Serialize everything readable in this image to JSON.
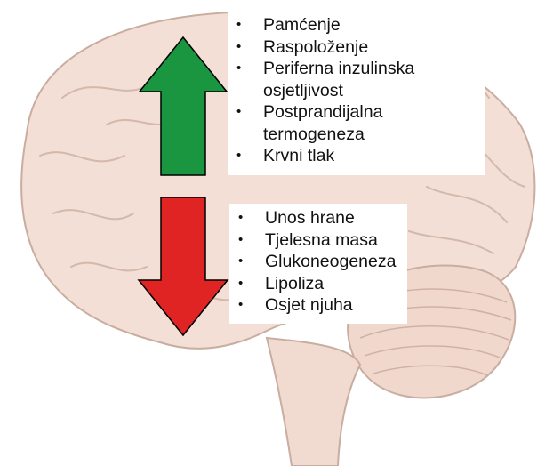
{
  "colors": {
    "brain_fill": "#f3dfd5",
    "brain_outline": "#c8ada0",
    "up_arrow": "#1a9641",
    "down_arrow": "#e02424",
    "arrow_outline": "#000000"
  },
  "icons": {
    "up": "up-arrow-icon",
    "down": "down-arrow-icon"
  },
  "increase_list": {
    "items": [
      {
        "text": "Pamćenje"
      },
      {
        "text": "Raspoloženje"
      },
      {
        "text": "Periferna inzulinska osjetljivost"
      },
      {
        "text": "Postprandijalna termogeneza"
      },
      {
        "text": "Krvni tlak"
      }
    ]
  },
  "decrease_list": {
    "items": [
      {
        "text": "Unos hrane"
      },
      {
        "text": "Tjelesna masa"
      },
      {
        "text": "Glukoneogeneza"
      },
      {
        "text": "Lipoliza"
      },
      {
        "text": "Osjet njuha"
      }
    ]
  }
}
